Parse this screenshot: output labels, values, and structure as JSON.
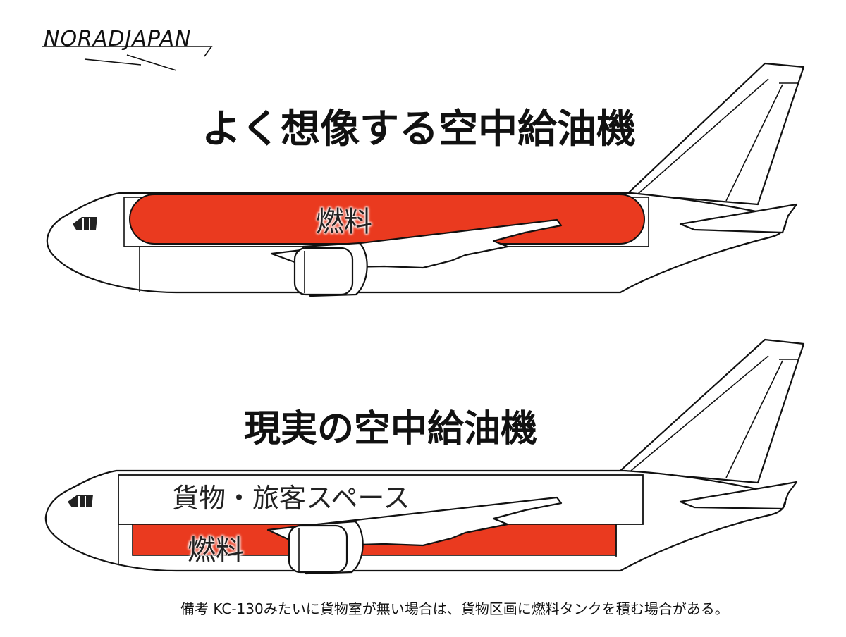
{
  "logo": {
    "text": "NORADJAPAN"
  },
  "diagram_top": {
    "title": "よく想像する空中給油機",
    "fuel_label": "燃料"
  },
  "diagram_bottom": {
    "title": "現実の空中給油機",
    "cargo_label": "貨物・旅客スペース",
    "fuel_label": "燃料"
  },
  "note": "備考 KC-130みたいに貨物室が無い場合は、貨物区画に燃料タンクを積む場合がある。",
  "colors": {
    "fuel": "#ea3a1f",
    "outline": "#111111",
    "background": "#ffffff"
  }
}
